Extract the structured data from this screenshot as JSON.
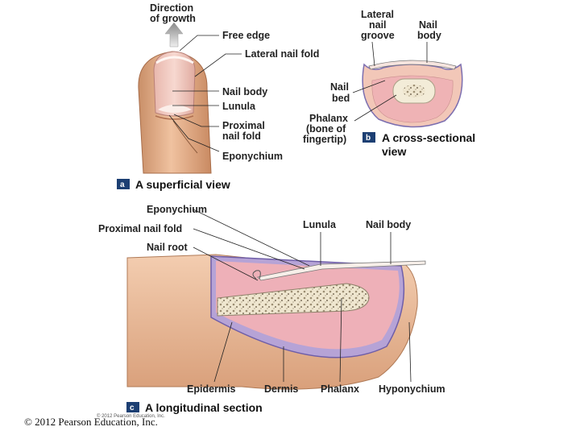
{
  "panel_a": {
    "badge": "a",
    "title": "A superficial view",
    "labels": {
      "direction_line1": "Direction",
      "direction_line2": "of growth",
      "free_edge": "Free edge",
      "lateral_nail_fold": "Lateral nail fold",
      "nail_body": "Nail body",
      "lunula": "Lunula",
      "proximal_line1": "Proximal",
      "proximal_line2": "nail fold",
      "eponychium": "Eponychium"
    }
  },
  "panel_b": {
    "badge": "b",
    "title_line1": "A cross-sectional",
    "title_line2": "view",
    "labels": {
      "lateral_line1": "Lateral",
      "lateral_line2": "nail",
      "lateral_line3": "groove",
      "nail_line1": "Nail",
      "nail_line2": "body",
      "bed_line1": "Nail",
      "bed_line2": "bed",
      "phalanx_line1": "Phalanx",
      "phalanx_line2": "(bone of",
      "phalanx_line3": "fingertip)"
    }
  },
  "panel_c": {
    "badge": "c",
    "title": "A longitudinal section",
    "labels": {
      "eponychium": "Eponychium",
      "proximal_nail_fold": "Proximal nail fold",
      "nail_root": "Nail root",
      "lunula": "Lunula",
      "nail_body": "Nail body",
      "epidermis": "Epidermis",
      "dermis": "Dermis",
      "phalanx": "Phalanx",
      "hyponychium": "Hyponychium"
    }
  },
  "footer": {
    "copyright": "© 2012 Pearson Education, Inc.",
    "small_copyright": "© 2012 Pearson Education, Inc."
  }
}
